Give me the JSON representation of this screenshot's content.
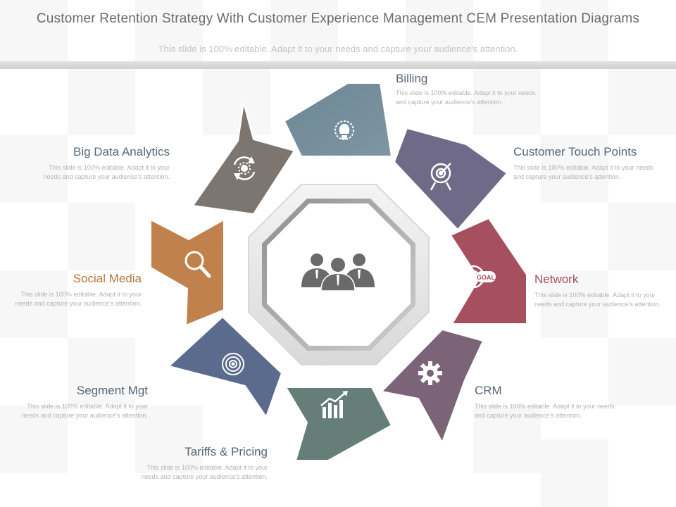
{
  "header": {
    "title": "Customer Retention Strategy With Customer Experience Management  CEM Presentation Diagrams",
    "subtitle": "This slide is 100% editable. Adapt it to your needs and capture your audience's attention."
  },
  "center": {
    "icon": "business-team-icon"
  },
  "segments": [
    {
      "id": "billing",
      "title": "Billing",
      "description": "This slide is 100% editable.  Adapt it to your needs and capture your audience's attention.",
      "color": "#6d8796",
      "icon": "lightbulb-gear-icon"
    },
    {
      "id": "customer-touch-points",
      "title": "Customer Touch Points",
      "description": "This slide is 100% editable.  Adapt it to your needs and capture your audience's attention.",
      "color": "#6e6a87",
      "icon": "target-arrow-icon"
    },
    {
      "id": "network",
      "title": "Network",
      "description": "This slide is 100% editable.  Adapt it to your needs and capture your audience's attention.",
      "color": "#a64f5f",
      "icon": "goal-icon",
      "icon_text": "GOAL",
      "title_color": "#a64f5f"
    },
    {
      "id": "crm",
      "title": "CRM",
      "description": "This slide is 100% editable.  Adapt it to your needs and capture your audience's attention.",
      "color": "#7b6478",
      "icon": "gear-icon"
    },
    {
      "id": "tariffs-pricing",
      "title": "Tariffs & Pricing",
      "description": "This slide is 100% editable.  Adapt it to your needs and capture your audience's attention.",
      "color": "#667e78",
      "icon": "bar-chart-growth-icon"
    },
    {
      "id": "segment-mgt",
      "title": "Segment Mgt",
      "description": "This slide is 100% editable.  Adapt it to your needs and capture your audience's attention.",
      "color": "#5b6b8e",
      "icon": "target-icon"
    },
    {
      "id": "social-media",
      "title": "Social Media",
      "description": "This slide is 100% editable.  Adapt it to your needs and capture your audience's attention.",
      "color": "#c0814d",
      "icon": "magnifier-icon",
      "title_color": "#b8753f"
    },
    {
      "id": "big-data-analytics",
      "title": "Big Data Analytics",
      "description": "This slide is 100% editable.  Adapt it to your needs and capture your audience's attention.",
      "color": "#7d7670",
      "icon": "refresh-gear-icon"
    }
  ]
}
